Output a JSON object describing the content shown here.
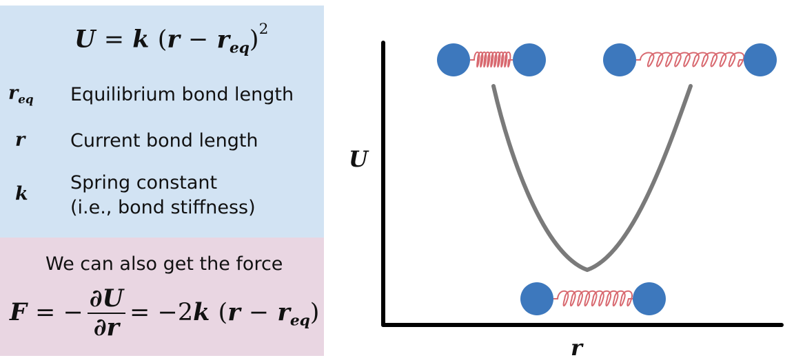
{
  "energy_equation": {
    "lhs": "U",
    "eq": "=",
    "k": "k",
    "open": "(",
    "r": "r",
    "minus": "−",
    "req_base": "r",
    "req_sub": "eq",
    "close": ")",
    "power": "2"
  },
  "definitions": [
    {
      "symbol_base": "r",
      "symbol_sub": "eq",
      "text": "Equilibrium bond length",
      "text2": ""
    },
    {
      "symbol_base": "r",
      "symbol_sub": "",
      "text": "Current bond length",
      "text2": ""
    },
    {
      "symbol_base": "k",
      "symbol_sub": "",
      "text": "Spring constant",
      "text2": "(i.e., bond stiffness)"
    }
  ],
  "force_note": "We can also get the force",
  "force_equation": {
    "lhs": "F",
    "eq1": "= −",
    "num": "∂U",
    "den": "∂r",
    "eq2": "= −2",
    "k": "k",
    "open": "(",
    "r": "r",
    "minus": "−",
    "req_base": "r",
    "req_sub": "eq",
    "close": ")"
  },
  "diagram": {
    "y_axis_label": "U",
    "x_axis_label": "r",
    "atom_color": "#3d78bd",
    "spring_color": "#d8686f",
    "curve_color": "#7a7a7a",
    "axis_color": "#000000"
  }
}
